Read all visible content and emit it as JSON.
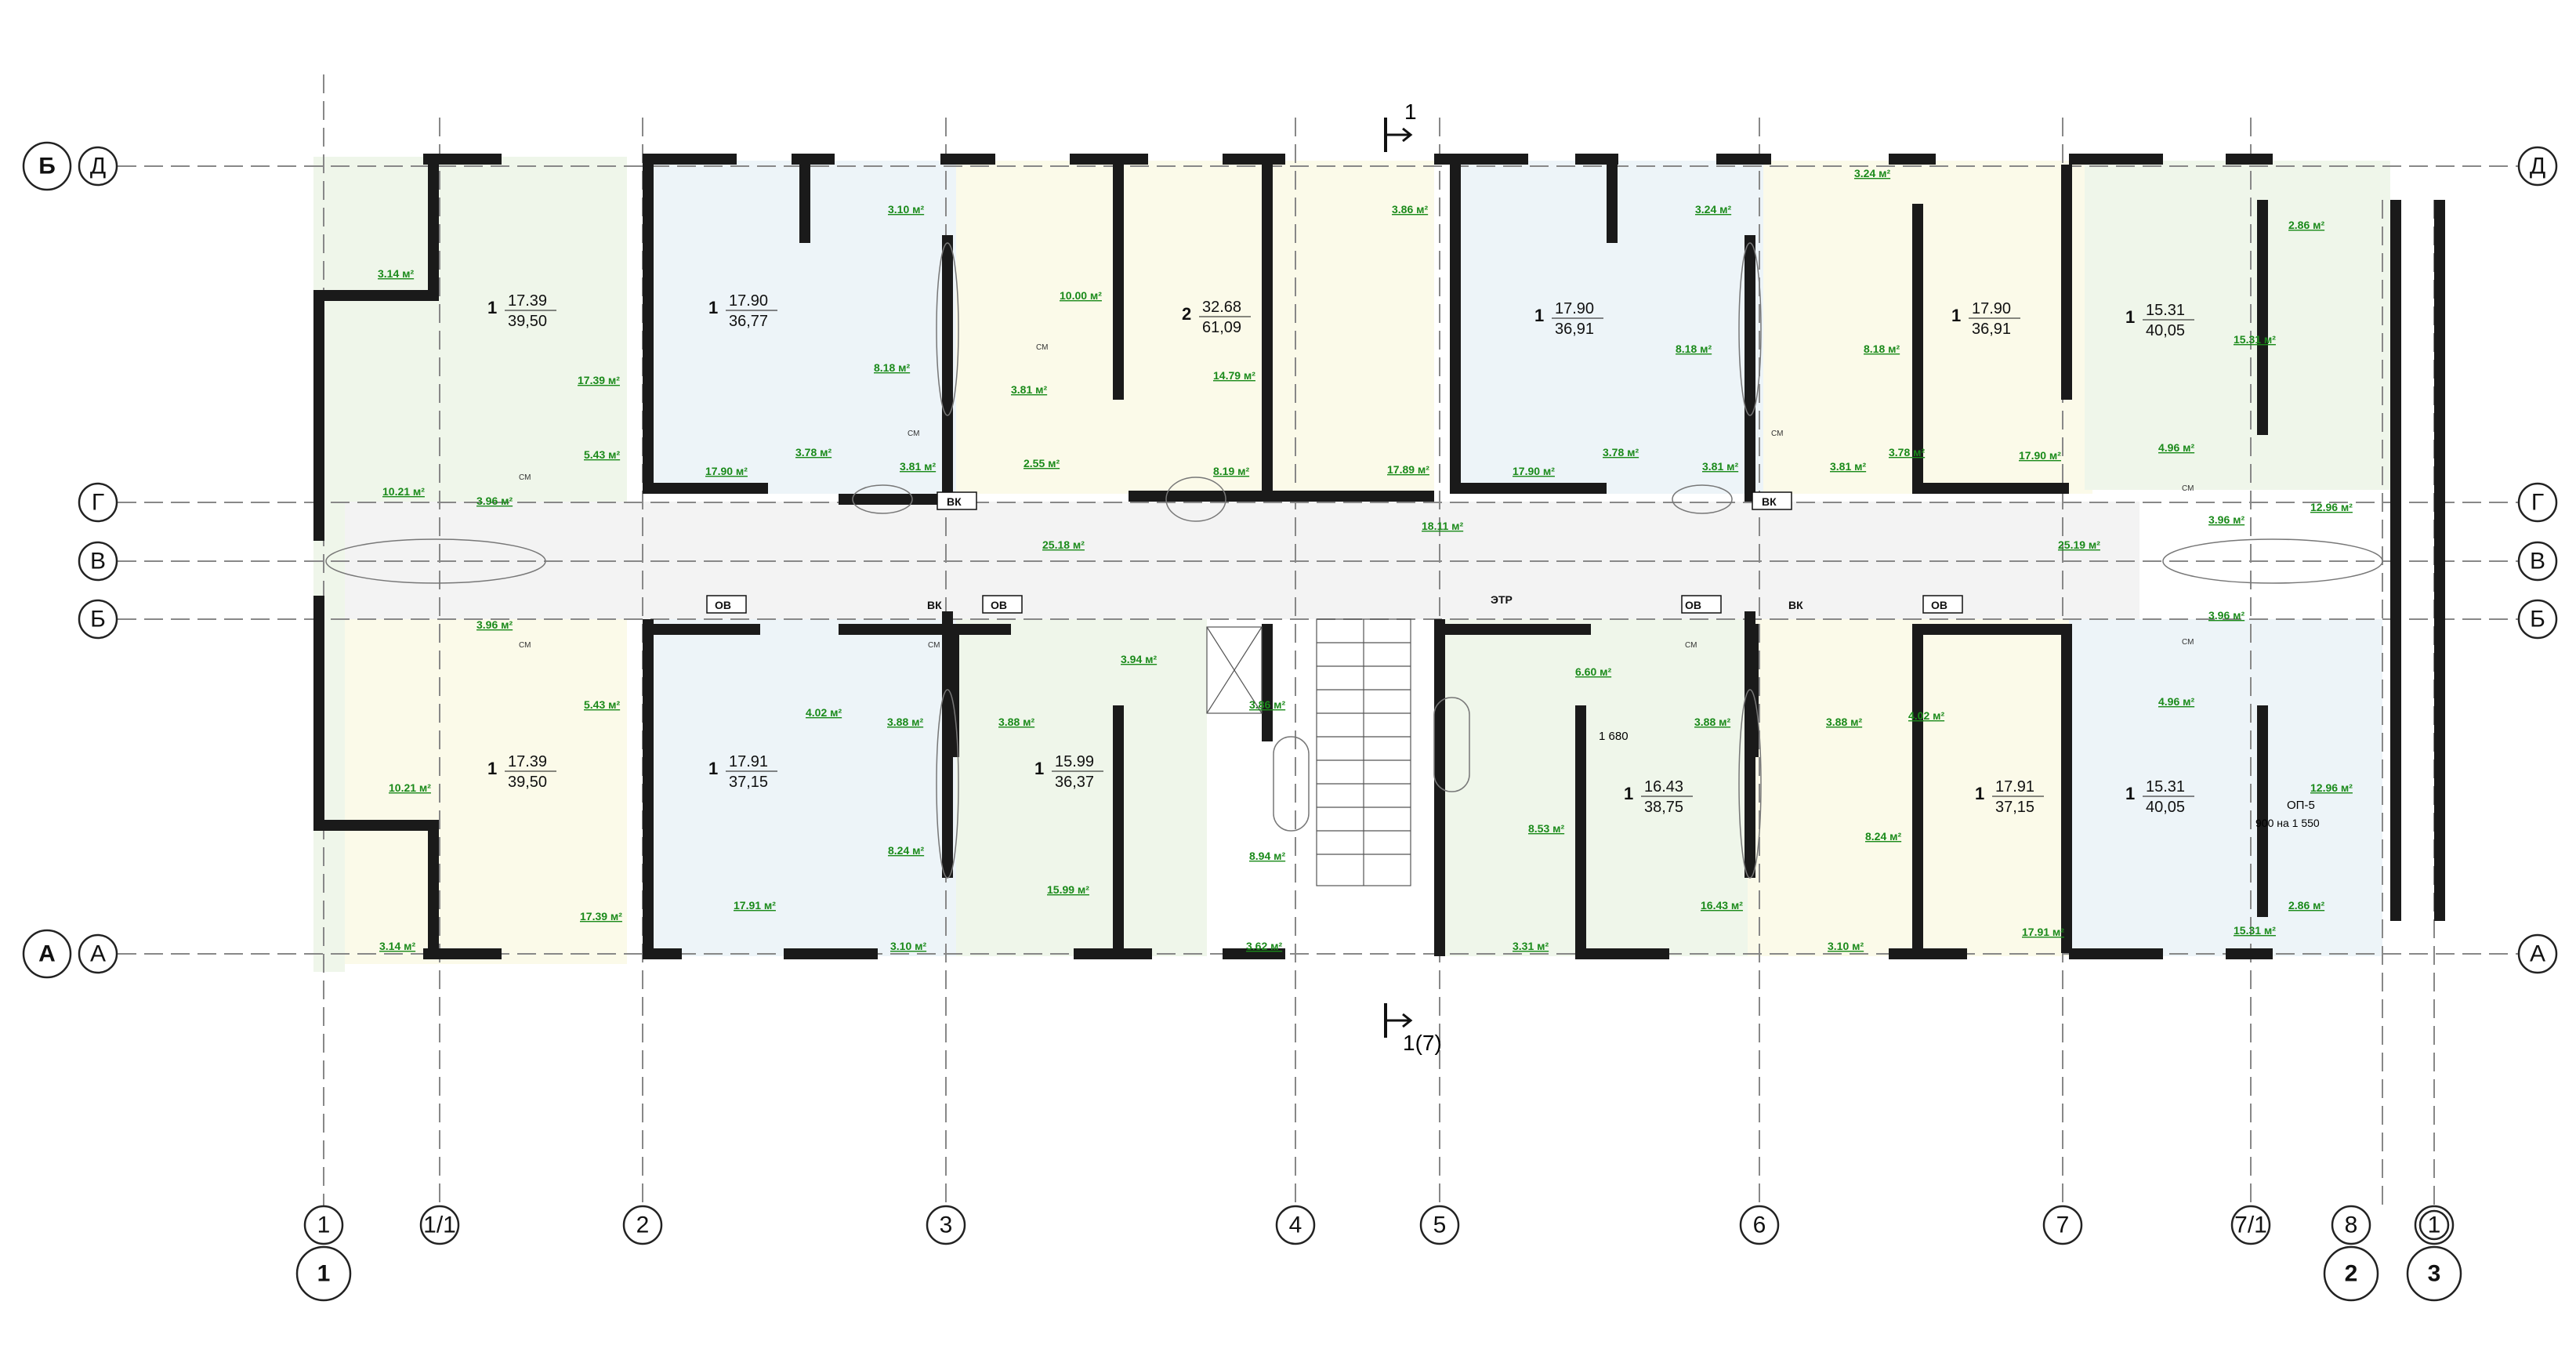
{
  "axes": {
    "horizontal": [
      {
        "id": "ax-d",
        "label": "Д",
        "group": "Б"
      },
      {
        "id": "ax-g",
        "label": "Г",
        "group": ""
      },
      {
        "id": "ax-v",
        "label": "В",
        "group": ""
      },
      {
        "id": "ax-b",
        "label": "Б",
        "group": ""
      },
      {
        "id": "ax-a",
        "label": "А",
        "group": "А"
      }
    ],
    "vertical": [
      "1",
      "1/1",
      "2",
      "3",
      "4",
      "5",
      "6",
      "7",
      "7/1",
      "8",
      "1"
    ],
    "sub_blocks": [
      "1",
      "2",
      "3"
    ]
  },
  "sections": {
    "top": "1",
    "bottom": "1(7)"
  },
  "apartments": [
    {
      "id": "apt-tl1",
      "rooms": "1",
      "living": "17.39",
      "total": "39,50"
    },
    {
      "id": "apt-tl2",
      "rooms": "1",
      "living": "17.90",
      "total": "36,77"
    },
    {
      "id": "apt-tc",
      "rooms": "2",
      "living": "32.68",
      "total": "61,09"
    },
    {
      "id": "apt-tr1",
      "rooms": "1",
      "living": "17.90",
      "total": "36,91"
    },
    {
      "id": "apt-tr2",
      "rooms": "1",
      "living": "17.90",
      "total": "36,91"
    },
    {
      "id": "apt-tr3",
      "rooms": "1",
      "living": "15.31",
      "total": "40,05"
    },
    {
      "id": "apt-bl1",
      "rooms": "1",
      "living": "17.39",
      "total": "39,50"
    },
    {
      "id": "apt-bl2",
      "rooms": "1",
      "living": "17.91",
      "total": "37,15"
    },
    {
      "id": "apt-bc1",
      "rooms": "1",
      "living": "15.99",
      "total": "36,37"
    },
    {
      "id": "apt-bc2",
      "rooms": "1",
      "living": "16.43",
      "total": "38,75"
    },
    {
      "id": "apt-br1",
      "rooms": "1",
      "living": "17.91",
      "total": "37,15"
    },
    {
      "id": "apt-br2",
      "rooms": "1",
      "living": "15.31",
      "total": "40,05"
    }
  ],
  "areas": [
    "3.14 м²",
    "17.39 м²",
    "5.43 м²",
    "10.21 м²",
    "3.96 м²",
    "3.96 м²",
    "5.43 м²",
    "10.21 м²",
    "17.39 м²",
    "3.14 м²",
    "17.90 м²",
    "3.78 м²",
    "3.10 м²",
    "8.18 м²",
    "3.81 м²",
    "10.00 м²",
    "3.81 м²",
    "2.55 м²",
    "14.79 м²",
    "8.19 м²",
    "3.86 м²",
    "17.89 м²",
    "17.90 м²",
    "3.78 м²",
    "3.24 м²",
    "8.18 м²",
    "3.81 м²",
    "3.24 м²",
    "8.18 м²",
    "3.81 м²",
    "3.78 м²",
    "17.90 м²",
    "2.86 м²",
    "15.31 м²",
    "4.96 м²",
    "3.96 м²",
    "12.96 м²",
    "3.96 м²",
    "4.96 м²",
    "12.96 м²",
    "2.86 м²",
    "15.31 м²",
    "25.18 м²",
    "18.11 м²",
    "25.19 м²",
    "4.02 м²",
    "3.88 м²",
    "8.24 м²",
    "17.91 м²",
    "3.10 м²",
    "3.88 м²",
    "3.94 м²",
    "15.99 м²",
    "3.86 м²",
    "8.94 м²",
    "3.62 м²",
    "6.60 м²",
    "8.53 м²",
    "3.31 м²",
    "3.88 м²",
    "16.43 м²",
    "3.88 м²",
    "4.02 м²",
    "8.24 м²",
    "3.10 м²",
    "17.91 м²"
  ],
  "tags": {
    "ov": "ОВ",
    "vk": "ВК",
    "etr": "ЭТР",
    "cm": "СМ"
  },
  "op5": {
    "name": "ОП-5",
    "size": "900 на 1 550"
  },
  "dimension": "1 680",
  "colors": {
    "blue": "#edf4f8",
    "green": "#eff6ea",
    "yellow": "#fbfae9",
    "corridor": "#f3f3f3",
    "wall": "#1a1a1a",
    "area": "#1a8a1a"
  }
}
